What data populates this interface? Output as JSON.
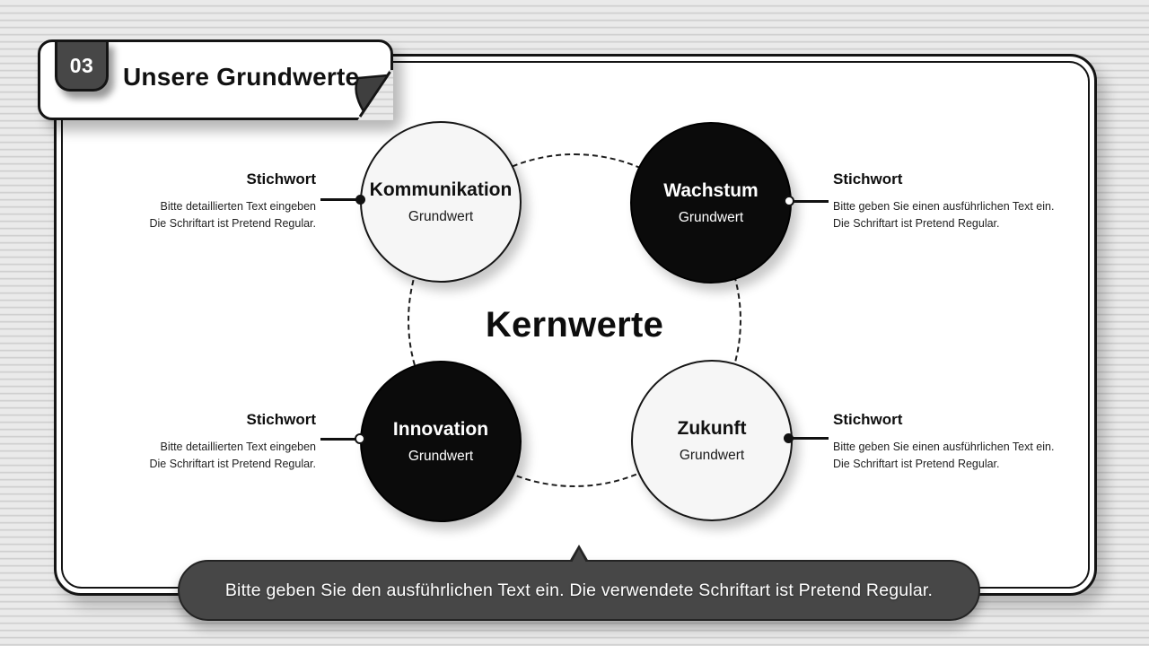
{
  "slide": {
    "badge": "03",
    "title": "Unsere Grundwerte",
    "center_title": "Kernwerte",
    "footer_note": "Bitte geben Sie den ausführlichen Text ein. Die verwendete Schriftart ist Pretend Regular."
  },
  "values": [
    {
      "name": "Kommunikation",
      "subtitle": "Grundwert",
      "variant": "light",
      "label": {
        "heading": "Stichwort",
        "line1": "Bitte detaillierten Text eingeben",
        "line2": "Die Schriftart ist Pretend Regular."
      }
    },
    {
      "name": "Wachstum",
      "subtitle": "Grundwert",
      "variant": "dark",
      "label": {
        "heading": "Stichwort",
        "line1": "Bitte geben Sie einen ausführlichen Text ein.",
        "line2": "Die Schriftart ist Pretend Regular."
      }
    },
    {
      "name": "Innovation",
      "subtitle": "Grundwert",
      "variant": "dark",
      "label": {
        "heading": "Stichwort",
        "line1": "Bitte detaillierten Text eingeben",
        "line2": "Die Schriftart ist Pretend Regular."
      }
    },
    {
      "name": "Zukunft",
      "subtitle": "Grundwert",
      "variant": "light",
      "label": {
        "heading": "Stichwort",
        "line1": "Bitte geben Sie einen ausführlichen Text ein.",
        "line2": "Die Schriftart ist Pretend Regular."
      }
    }
  ],
  "colors": {
    "background": "#e4e4e4",
    "card": "#ffffff",
    "outline": "#141414",
    "dark_circle": "#0b0b0b",
    "light_circle": "#f6f6f6",
    "badge_bg": "#474747",
    "footer_bg": "#474747"
  }
}
